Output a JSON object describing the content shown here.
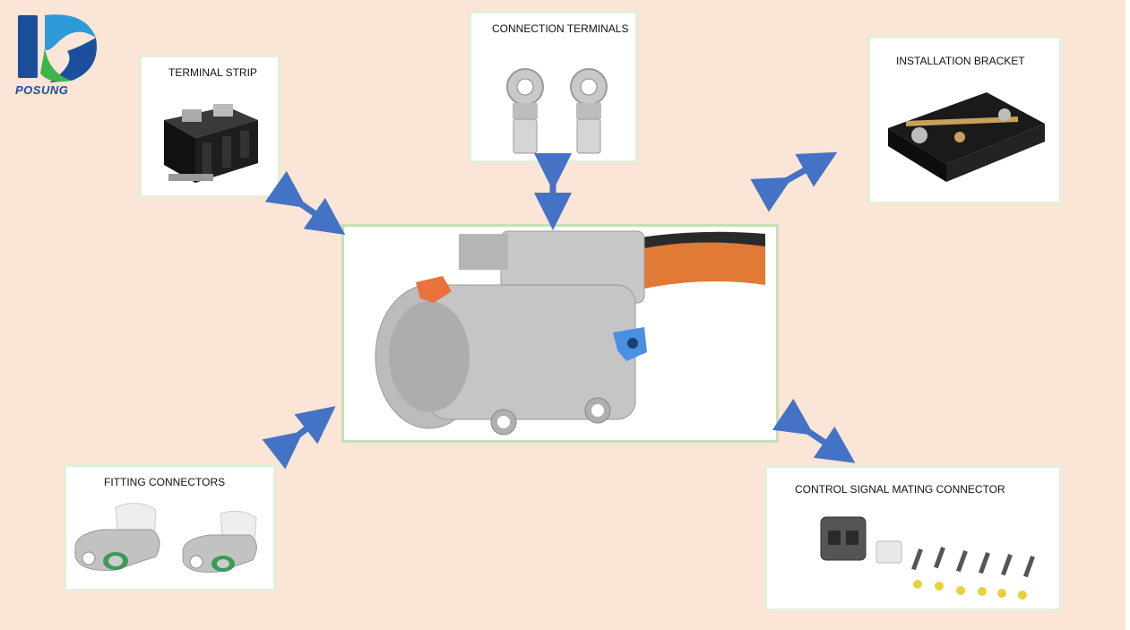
{
  "brand": {
    "name": "POSUNG",
    "colors": {
      "primary": "#1b4f9c",
      "secondary": "#2e9ad8",
      "accent": "#3cb44b"
    }
  },
  "boxes": {
    "terminal_strip": {
      "label": "TERMINAL STRIP"
    },
    "connection_terminals": {
      "label": "CONNECTION TERMINALS"
    },
    "installation_bracket": {
      "label": "INSTALLATION BRACKET"
    },
    "fitting_connectors": {
      "label": "FITTING CONNECTORS"
    },
    "control_signal": {
      "label": "CONTROL SIGNAL MATING CONNECTOR"
    }
  },
  "center": {
    "icon": "electric-compressor"
  },
  "colors": {
    "background": "#fbe5d6",
    "arrow": "#4472c4",
    "box_border": "#e2efda",
    "center_border": "#c5e0b4"
  }
}
